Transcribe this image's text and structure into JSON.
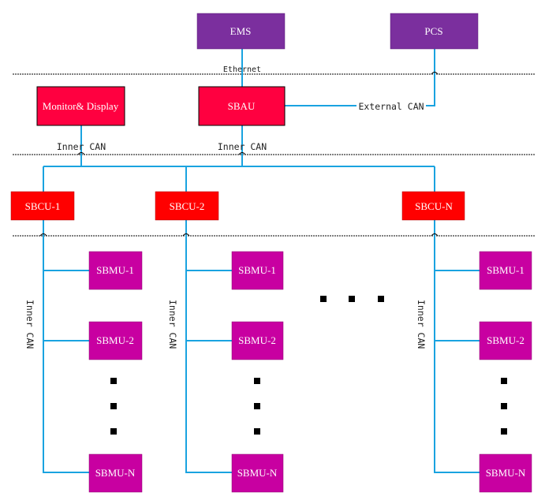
{
  "colors": {
    "level0": "#7b2f9e",
    "red": "#ff0000",
    "crimson": "#ff0040",
    "module": "#c800a1",
    "bus": "#1aa3e0",
    "divider": "#000000"
  },
  "top": {
    "ems": "EMS",
    "pcs": "PCS",
    "ethernet": "Ethernet"
  },
  "middle": {
    "monitor": "Monitor& Display",
    "sbau": "SBAU",
    "external_can": "External CAN",
    "inner_can_left": "Inner CAN",
    "inner_can_right": "Inner CAN"
  },
  "clusters": [
    {
      "sbcu": "SBCU-1",
      "bus_label": "Inner CAN",
      "modules": [
        "SBMU-1",
        "SBMU-2",
        "SBMU-N"
      ]
    },
    {
      "sbcu": "SBCU-2",
      "bus_label": "Inner CAN",
      "modules": [
        "SBMU-1",
        "SBMU-2",
        "SBMU-N"
      ]
    },
    {
      "sbcu": "SBCU-N",
      "bus_label": "Inner CAN",
      "modules": [
        "SBMU-1",
        "SBMU-2",
        "SBMU-N"
      ]
    }
  ]
}
